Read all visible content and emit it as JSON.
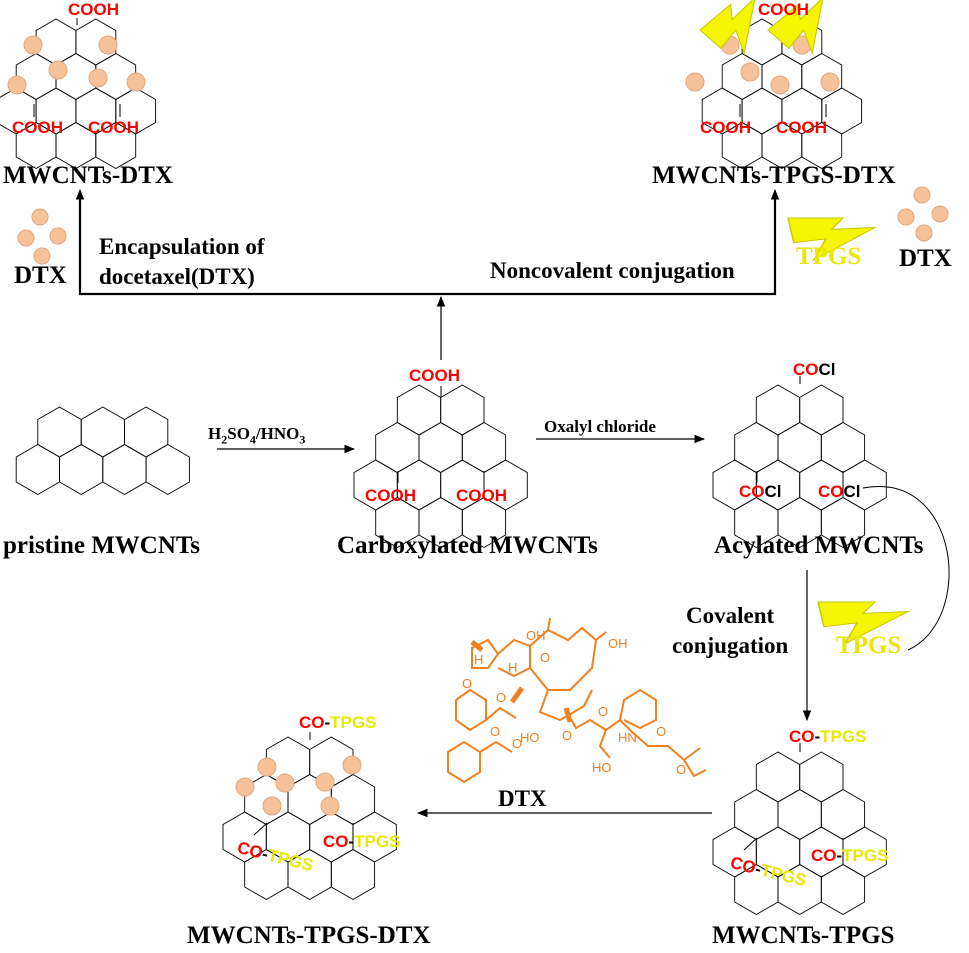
{
  "diagram": {
    "nodes": {
      "pristine": {
        "label": "pristine MWCNTs"
      },
      "carboxylated": {
        "label": "Carboxylated MWCNTs",
        "groups": [
          "COOH",
          "COOH",
          "COOH"
        ]
      },
      "acylated": {
        "label": "Acylated MWCNTs",
        "groups": [
          "CO",
          "Cl"
        ]
      },
      "mwcnts_dtx": {
        "label": "MWCNTs-DTX",
        "groups": [
          "COOH",
          "COOH",
          "COOH"
        ]
      },
      "mwcnts_tpgs_dtx_top": {
        "label": "MWCNTs-TPGS-DTX",
        "groups": [
          "COOH",
          "COOH",
          "COOH"
        ]
      },
      "mwcnts_tpgs": {
        "label": "MWCNTs-TPGS",
        "groups": [
          "CO",
          "-",
          "TPGS"
        ]
      },
      "mwcnts_tpgs_dtx_bottom": {
        "label": "MWCNTs-TPGS-DTX",
        "groups": [
          "CO",
          "-",
          "TPGS"
        ]
      }
    },
    "edges": [
      {
        "from": "pristine",
        "to": "carboxylated",
        "label_main": "H",
        "label_sub1": "2",
        "label_mid": "SO",
        "label_sub2": "4",
        "label_end": "/HNO",
        "label_sub3": "3"
      },
      {
        "from": "carboxylated",
        "to": "acylated",
        "label": "Oxalyl chloride"
      },
      {
        "from": "carboxylated",
        "to": "mwcnts_dtx",
        "label_line1": "Encapsulation of",
        "label_line2": "docetaxel(DTX)"
      },
      {
        "from": "carboxylated",
        "to": "mwcnts_tpgs_dtx_top",
        "label": "Noncovalent conjugation"
      },
      {
        "from": "acylated",
        "to": "mwcnts_tpgs",
        "label_line1": "Covalent",
        "label_line2": "conjugation"
      },
      {
        "from": "mwcnts_tpgs",
        "to": "mwcnts_tpgs_dtx_bottom",
        "label": "DTX"
      }
    ],
    "reagents": {
      "dtx": "DTX",
      "tpgs": "TPGS"
    },
    "molecule_atoms": {
      "oh": "OH",
      "o": "O",
      "ho": "HO",
      "h": "H",
      "hn": "HN"
    },
    "colors": {
      "acid": "#ff0000",
      "tpgs": "#e8e800",
      "drug": "#f5c29a",
      "drug_edge": "#e3a57a",
      "molecule": "#f08020",
      "line": "#000000"
    }
  }
}
